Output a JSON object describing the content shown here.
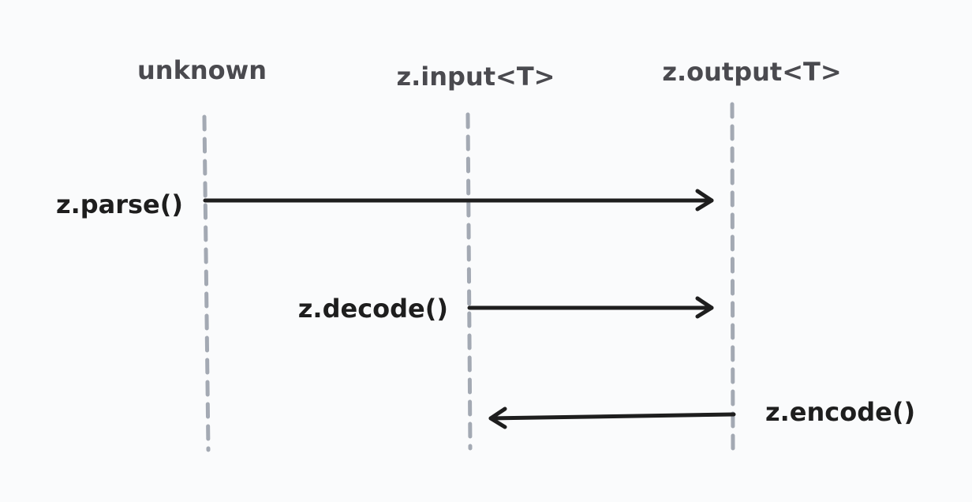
{
  "columns": {
    "unknown": "unknown",
    "input": "z.input<T>",
    "output": "z.output<T>"
  },
  "calls": {
    "parse": "z.parse()",
    "decode": "z.decode()",
    "encode": "z.encode()"
  },
  "colors": {
    "background": "#fafbfc",
    "lifeline": "#a3a9b3",
    "arrow": "#1e1e1e",
    "column_label": "#4a4a4f"
  }
}
